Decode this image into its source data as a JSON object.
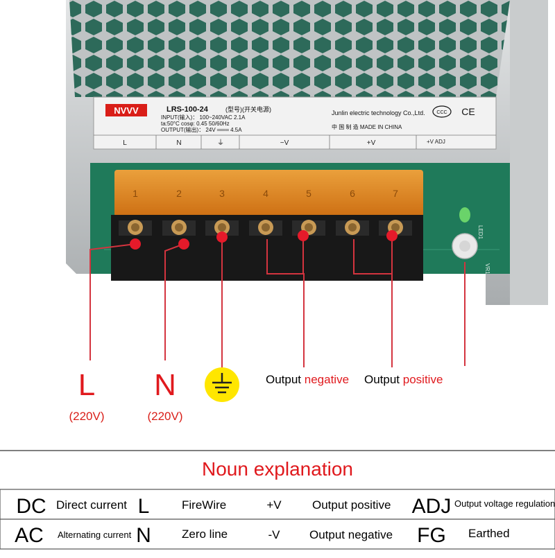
{
  "product_label": {
    "brand": "NVVV",
    "model": "LRS-100-24",
    "model_cn": "(型号)(开关电源)",
    "input_line": "INPUT(输入)：  100~240VAC   2.1A",
    "temp_line": "ta:50°C      cosφ: 0.45     50/60Hz",
    "output_line": "OUTPUT(输出)：  24V   ═══   4.5A",
    "maker": "Junlin electric technology Co.,Ltd.",
    "made_in": "中  国  制  造  MADE IN CHINA",
    "cert_ccc": "CCC",
    "cert_ce": "CE",
    "terminal_labels": [
      "L",
      "N",
      "⏚",
      "−V",
      "+V"
    ],
    "adj_label": "+V  ADJ",
    "terminal_numbers": [
      "1",
      "2",
      "3",
      "4",
      "5",
      "6",
      "7"
    ],
    "board_marks": [
      "LED1",
      "VR1"
    ]
  },
  "callouts": {
    "L": "L",
    "L_voltage": "(220V)",
    "N": "N",
    "N_voltage": "(220V)",
    "ground_icon": "earth-ground-icon",
    "output_negative_prefix": "Output ",
    "output_negative_word": "negative",
    "output_positive_prefix": "Output ",
    "output_positive_word": "positive"
  },
  "explanation": {
    "heading": "Noun explanation",
    "rows": [
      [
        "DC",
        "Direct current",
        "L",
        "FireWire",
        "+V",
        "Output positive",
        "ADJ",
        "Output voltage regulation"
      ],
      [
        "AC",
        "Alternating current",
        "N",
        "Zero line",
        "-V",
        "Output negative",
        "FG",
        "Earthed"
      ]
    ]
  },
  "colors": {
    "accent_red": "#e0191d",
    "wire_red": "#d4343f",
    "ground_yellow": "#ffe600",
    "pcb_green": "#1f7a5a",
    "terminal_cover": "#f08a1c"
  }
}
